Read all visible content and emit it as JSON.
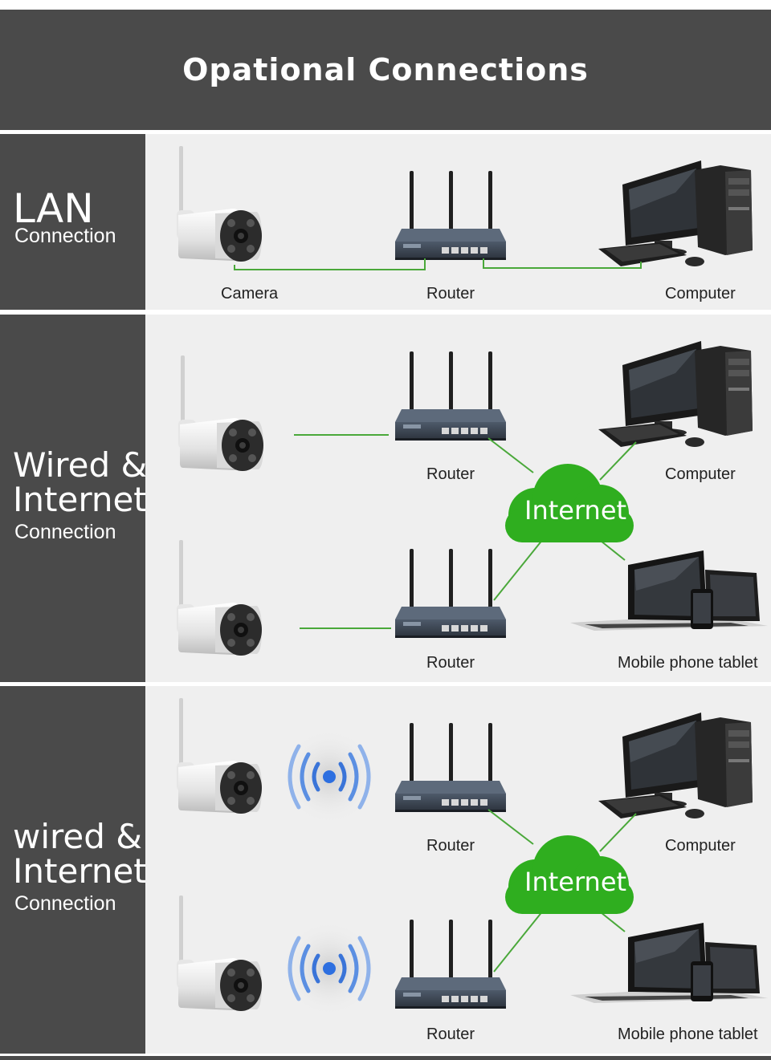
{
  "banner": {
    "title": "Opational Connections"
  },
  "sections": [
    {
      "title": "LAN",
      "subtitle": "Connection"
    },
    {
      "title_line1": "Wired &",
      "title_line2": "Internet",
      "subtitle": "Connection"
    },
    {
      "title_line1": "wired &",
      "title_line2": "Internet",
      "subtitle": "Connection"
    }
  ],
  "labels": {
    "camera": "Camera",
    "router": "Router",
    "computer": "Computer",
    "mobile": "Mobile phone tablet",
    "internet": "Internet"
  },
  "colors": {
    "banner": "#4a4a4a",
    "panel": "#efefef",
    "link": "#4aa83a",
    "cloud": "#2fae1f",
    "wifi": "#3a6fd8"
  },
  "icons": [
    "camera-icon",
    "router-icon",
    "computer-icon",
    "laptop-tablet-phone-icon",
    "cloud-icon",
    "wifi-signal-icon"
  ]
}
